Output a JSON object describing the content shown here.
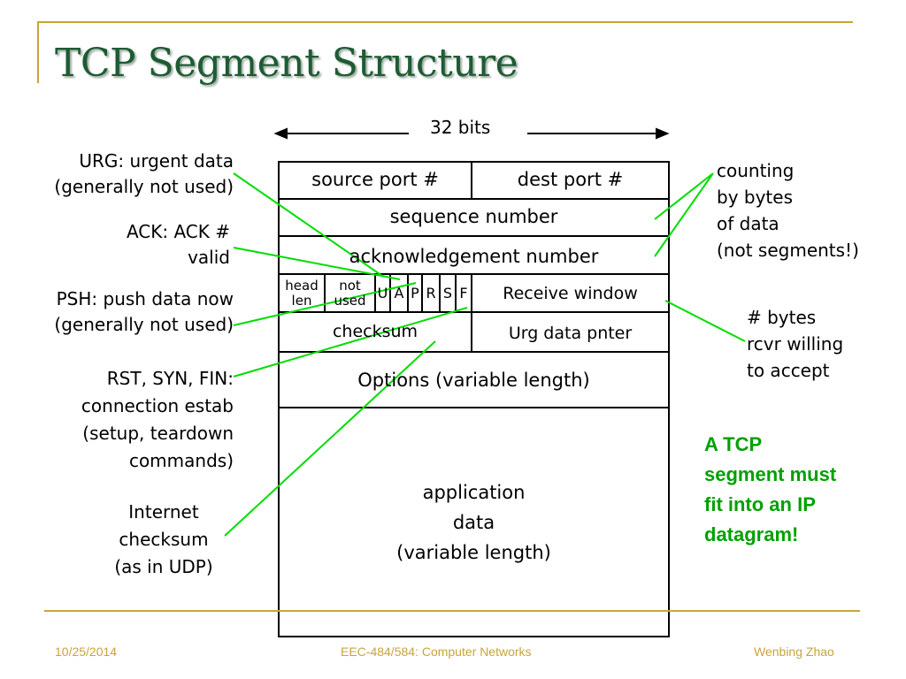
{
  "slide": {
    "title": "TCP Segment Structure",
    "bits_label": "32 bits",
    "fields": {
      "source_port": "source port #",
      "dest_port": "dest port #",
      "sequence": "sequence number",
      "ack": "acknowledgement number",
      "head_len_1": "head",
      "head_len_2": "len",
      "not_used_1": "not",
      "not_used_2": "used",
      "flag_u": "U",
      "flag_a": "A",
      "flag_p": "P",
      "flag_r": "R",
      "flag_s": "S",
      "flag_f": "F",
      "receive_window": "Receive window",
      "checksum": "checksum",
      "urg_pointer": "Urg data pnter",
      "options": "Options (variable length)",
      "app_data_1": "application",
      "app_data_2": "data",
      "app_data_3": "(variable length)"
    },
    "left_notes": {
      "urg_1": "URG: urgent data",
      "urg_2": "(generally not used)",
      "ack_1": "ACK: ACK #",
      "ack_2": "valid",
      "psh_1": "PSH: push data now",
      "psh_2": "(generally not used)",
      "rst_1": "RST, SYN, FIN:",
      "rst_2": "connection estab",
      "rst_3": "(setup, teardown",
      "rst_4": "commands)",
      "inet_1": "Internet",
      "inet_2": "checksum",
      "inet_3": "(as in UDP)"
    },
    "right_notes": {
      "count_1": "counting",
      "count_2": "by bytes",
      "count_3": "of data",
      "count_4": "(not segments!)",
      "bytes_1": "# bytes",
      "bytes_2": "rcvr willing",
      "bytes_3": "to accept"
    },
    "highlight": {
      "line_1": "A TCP",
      "line_2": "segment must",
      "line_3": "fit into an IP",
      "line_4": "datagram!"
    },
    "footer": {
      "date": "10/25/2014",
      "course": "EEC-484/584: Computer Networks",
      "author": "Wenbing Zhao"
    },
    "colors": {
      "title": "#1e5b34",
      "accent_gold": "#c9a43c",
      "callout_green": "#00dd00",
      "highlight_green": "#00a000"
    }
  }
}
